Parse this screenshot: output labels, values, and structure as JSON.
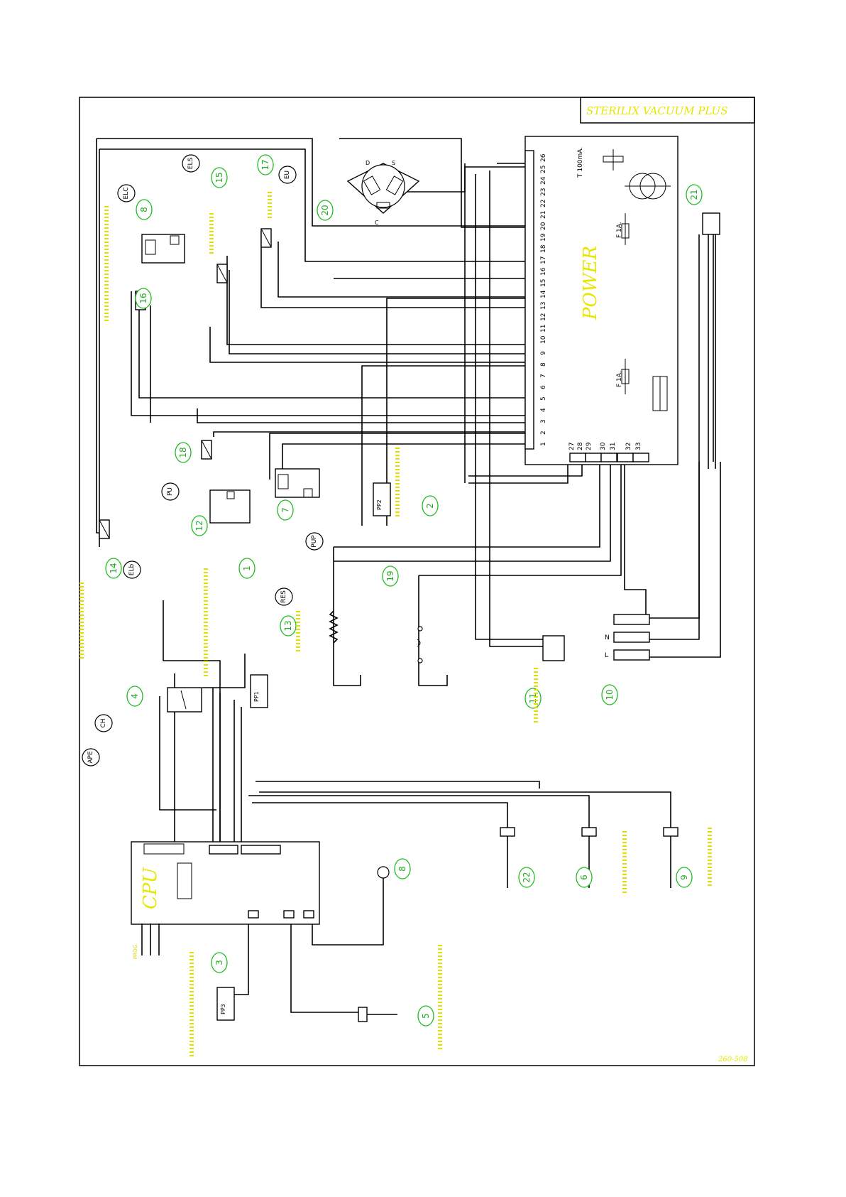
{
  "title": "STERILIX VACUUM PLUS",
  "drawing_code": "260-508",
  "boards": {
    "power": "POWER",
    "cpu": "CPU",
    "fuse_t": "T 100mA.",
    "fuse_f1": "F 1A.",
    "fuse_f2": "F 1A.",
    "terminal_l": "L",
    "terminal_n": "N"
  },
  "power_pins_top": [
    "1",
    "2",
    "3",
    "4",
    "5",
    "6",
    "7",
    "8",
    "9",
    "10",
    "11",
    "12",
    "13",
    "14",
    "15",
    "16",
    "17",
    "18",
    "19",
    "20",
    "21",
    "22",
    "23",
    "24",
    "25",
    "26"
  ],
  "power_pins_bottom": [
    "27",
    "28",
    "29",
    "30",
    "31",
    "32",
    "33"
  ],
  "cpu_port_label": "PROG.",
  "pump_ports": [
    "D",
    "S",
    "C"
  ],
  "circle_labels": [
    "1",
    "2",
    "3",
    "4",
    "5",
    "6",
    "7",
    "8",
    "8",
    "9",
    "10",
    "11",
    "12",
    "13",
    "14",
    "15",
    "16",
    "17",
    "18",
    "19",
    "20",
    "21",
    "22"
  ],
  "abbrev_labels": [
    "ELC",
    "ELS",
    "EU",
    "PU",
    "PUP",
    "RES",
    "ELb",
    "CH",
    "APE"
  ],
  "switch_labels": [
    "PP1",
    "PP2",
    "PP3"
  ],
  "captions": []
}
